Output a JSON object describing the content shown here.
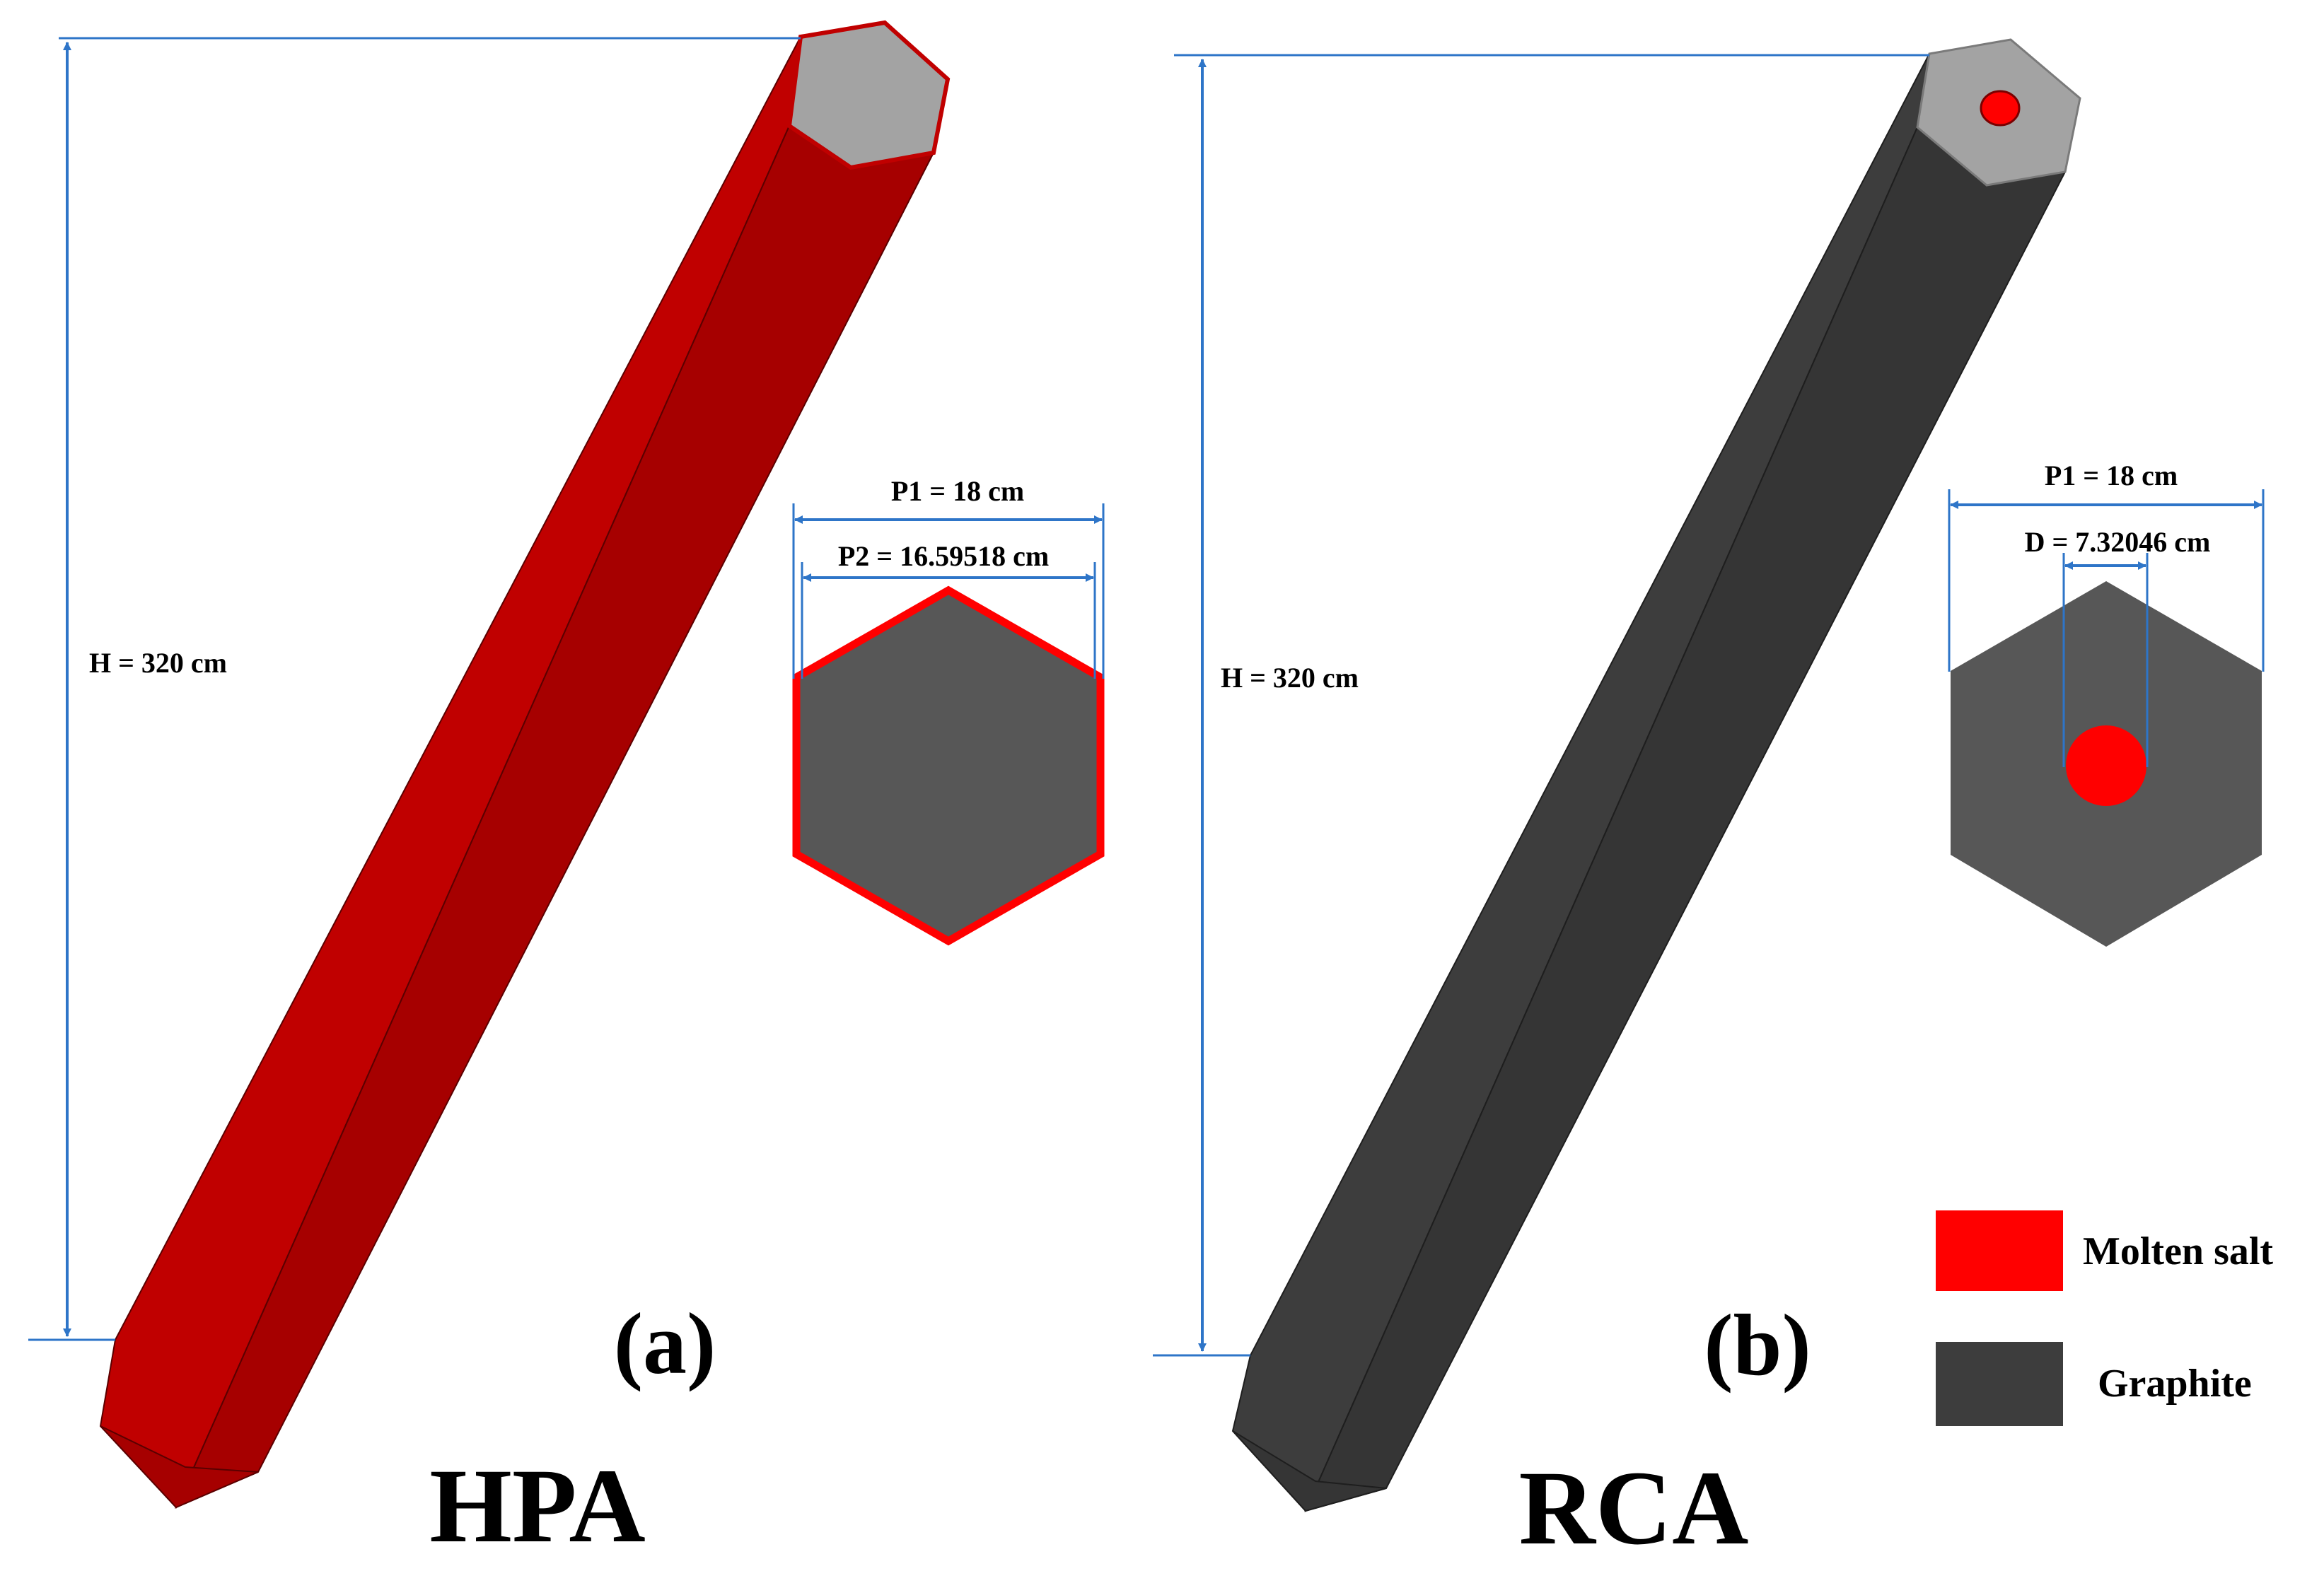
{
  "colors": {
    "molten_salt": "#ff0000",
    "graphite_face": "#575757",
    "graphite_dark": "#3d3d3d",
    "graphite_side": "#353535",
    "hpa_face": "#c00000",
    "hpa_side": "#a60000",
    "top_cap": "#a3a3a3",
    "dimension_line": "#2e75c8"
  },
  "panel_a": {
    "tag": "(a)",
    "name": "HPA",
    "height_label": "H = 320 cm",
    "p1_label": "P1 = 18 cm",
    "p2_label": "P2 = 16.59518 cm"
  },
  "panel_b": {
    "tag": "(b)",
    "name": "RCA",
    "height_label": "H = 320 cm",
    "p1_label": "P1 = 18 cm",
    "d_label": "D = 7.32046 cm"
  },
  "legend": {
    "items": [
      {
        "label": "Molten salt",
        "color": "#ff0000"
      },
      {
        "label": "Graphite",
        "color": "#3d3d3d"
      }
    ]
  }
}
